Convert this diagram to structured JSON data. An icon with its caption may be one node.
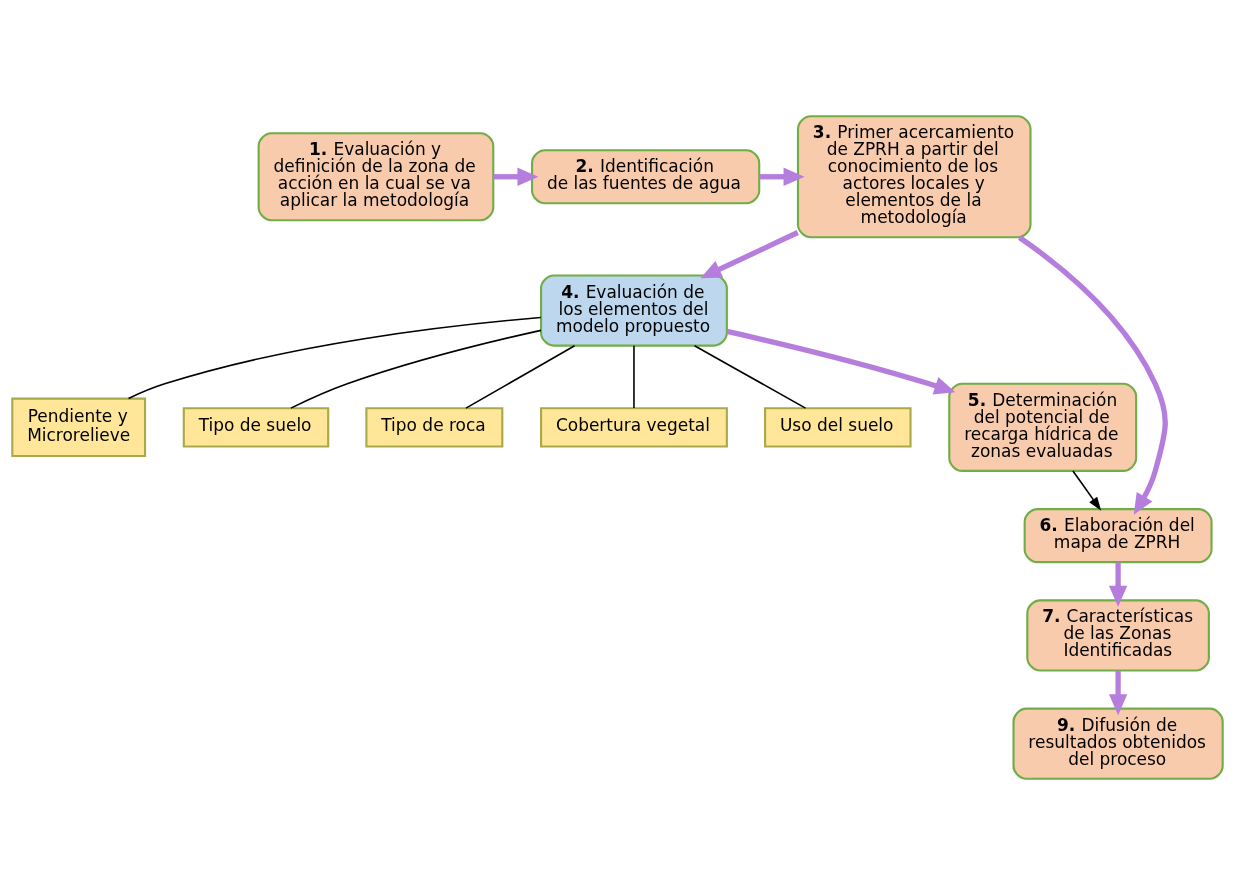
{
  "diagram": {
    "nodes": [
      {
        "text": [
          "**1.** Evaluación y definición de la zona de acción en la cual se va aplicar la metodología"
        ]
      },
      {
        "text": [
          "**2.** Identificación de las fuentes de agua"
        ]
      },
      {
        "text": [
          "**3.** Primer acercamiento de ZPRH a partir del conocimiento de los actores locales y elementos de la metodología"
        ]
      },
      {
        "text": [
          "**4.** Evaluación de los elementos del modelo propuesto"
        ]
      },
      {
        "text": [
          "Pendiente y Microrelieve"
        ]
      },
      {
        "text": [
          "Tipo de suelo"
        ]
      },
      {
        "text": [
          "Tipo de roca"
        ]
      },
      {
        "text": [
          "Cobertura vegetal"
        ]
      },
      {
        "text": [
          "Uso del suelo"
        ]
      },
      {
        "text": [
          "**5.** Determinación del potencial de recarga hídrica de zonas evaluadas"
        ]
      },
      {
        "text": [
          "**6.** Elaboración del mapa de ZPRH"
        ]
      },
      {
        "text": [
          "**7.** Características de las Zonas Identificadas"
        ]
      },
      {
        "text": [
          "**9.** Difusión de resultados obtenidos del proceso"
        ]
      }
    ],
    "edges": [
      {
        "from": 0,
        "to": 1,
        "arrow": "to"
      },
      {
        "from": 1,
        "to": 2,
        "arrow": "to"
      },
      {
        "from": 2,
        "to": 3,
        "arrow": "to"
      },
      {
        "from": 3,
        "to": 4,
        "arrow": "none",
        "color": "#000000"
      },
      {
        "from": 3,
        "to": 5,
        "arrow": "none",
        "color": "#000000"
      },
      {
        "from": 3,
        "to": 6,
        "arrow": "none",
        "color": "#000000"
      },
      {
        "from": 3,
        "to": 7,
        "arrow": "none",
        "color": "#000000"
      },
      {
        "from": 3,
        "to": 8,
        "arrow": "none",
        "color": "#000000"
      },
      {
        "from": 3,
        "to": 9,
        "arrow": "to"
      },
      {
        "from": 2,
        "to": 10,
        "arrow": "to"
      },
      {
        "from": 9,
        "to": 10,
        "arrow": "to",
        "color": "#000000"
      },
      {
        "from": 10,
        "to": 11,
        "arrow": "to"
      },
      {
        "from": 11,
        "to": 12,
        "arrow": "to"
      }
    ]
  }
}
